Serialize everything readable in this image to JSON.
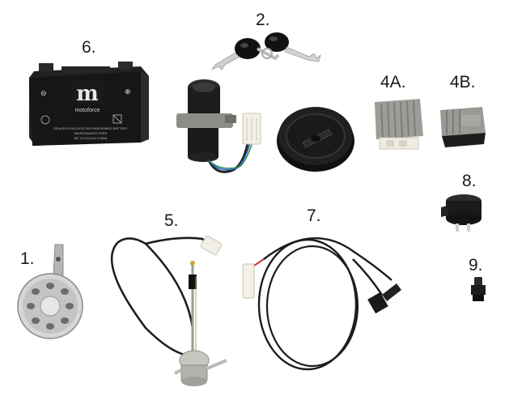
{
  "labels": {
    "horn": "1.",
    "ignition_set": "2.",
    "regulator_a": "4A.",
    "regulator_b": "4B.",
    "fuel_tap": "5.",
    "battery": "6.",
    "sensor_cable": "7.",
    "flasher_relay": "8.",
    "switch": "9."
  },
  "battery_print": {
    "brand": "motoforce",
    "logo_letter": "m",
    "spec_line1": "SEALED LEAD-ACID RECHARGEABLE BATTERY",
    "spec_line2": "MAINTENANCE FREE",
    "model": "MF 12-6.5 (12V 6.5Ah)",
    "minus_symbol": "⊖",
    "plus_symbol": "⊕"
  },
  "colors": {
    "background": "#ffffff",
    "battery": "#1c1c1c",
    "chrome": "#b9b9b9",
    "plastic": "#1e1e1e",
    "cable": "#222222",
    "aluminium": "#9a9a92",
    "connector": "#f2efe6"
  }
}
